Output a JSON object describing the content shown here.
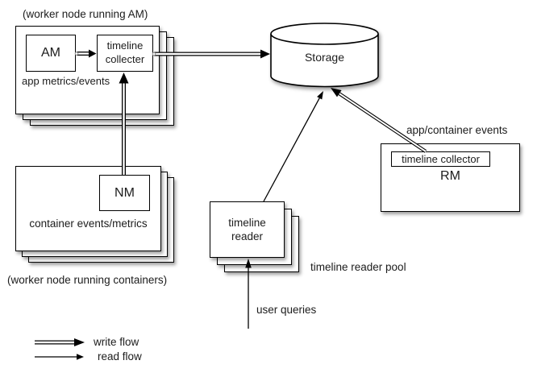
{
  "colors": {
    "stroke": "#000000",
    "text": "#1c1c1c",
    "background": "#ffffff"
  },
  "worker_am": {
    "label": "(worker node running AM)",
    "am": "AM",
    "collector": "timeline\ncollecter",
    "events": "app metrics/events"
  },
  "worker_nm": {
    "nm": "NM",
    "events": "container events/metrics",
    "label": "(worker node running containers)"
  },
  "storage": {
    "label": "Storage"
  },
  "rm": {
    "events": "app/container events",
    "collector": "timeline collector",
    "label": "RM"
  },
  "reader": {
    "box": "timeline\nreader",
    "pool": "timeline reader pool",
    "queries": "user queries"
  },
  "legend": {
    "write": "write flow",
    "read": "read flow"
  }
}
